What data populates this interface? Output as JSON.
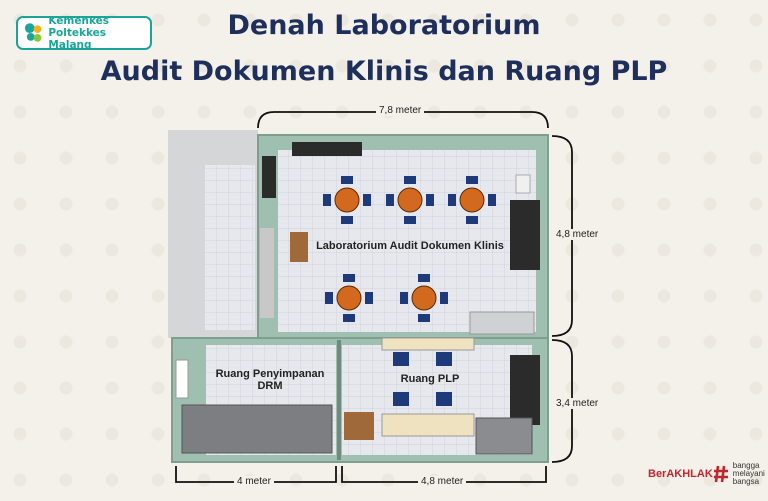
{
  "logo": {
    "line1": "Kemenkes",
    "line2": "Poltekkes Malang"
  },
  "title": {
    "line1": "Denah Laboratorium",
    "line2": "Audit Dokumen Klinis dan Ruang PLP"
  },
  "rooms": {
    "lab": "Laboratorium Audit Dokumen Klinis",
    "storage_line1": "Ruang Penyimpanan",
    "storage_line2": "DRM",
    "plp": "Ruang PLP"
  },
  "dimensions": {
    "top": "7,8 meter",
    "right_upper": "4,8 meter",
    "right_lower": "3,4 meter",
    "bottom_left": "4 meter",
    "bottom_right": "4,8 meter"
  },
  "badge": {
    "brand": "BerAKHLAK",
    "slogan1": "bangga",
    "slogan2": "melayani",
    "slogan3": "bangsa"
  },
  "colors": {
    "title": "#1e2f5c",
    "wall": "#8fb3a3",
    "table": "#d2691e",
    "chair": "#1e3a7a",
    "brand_red": "#c0262d",
    "logo_teal": "#1aa59a"
  }
}
